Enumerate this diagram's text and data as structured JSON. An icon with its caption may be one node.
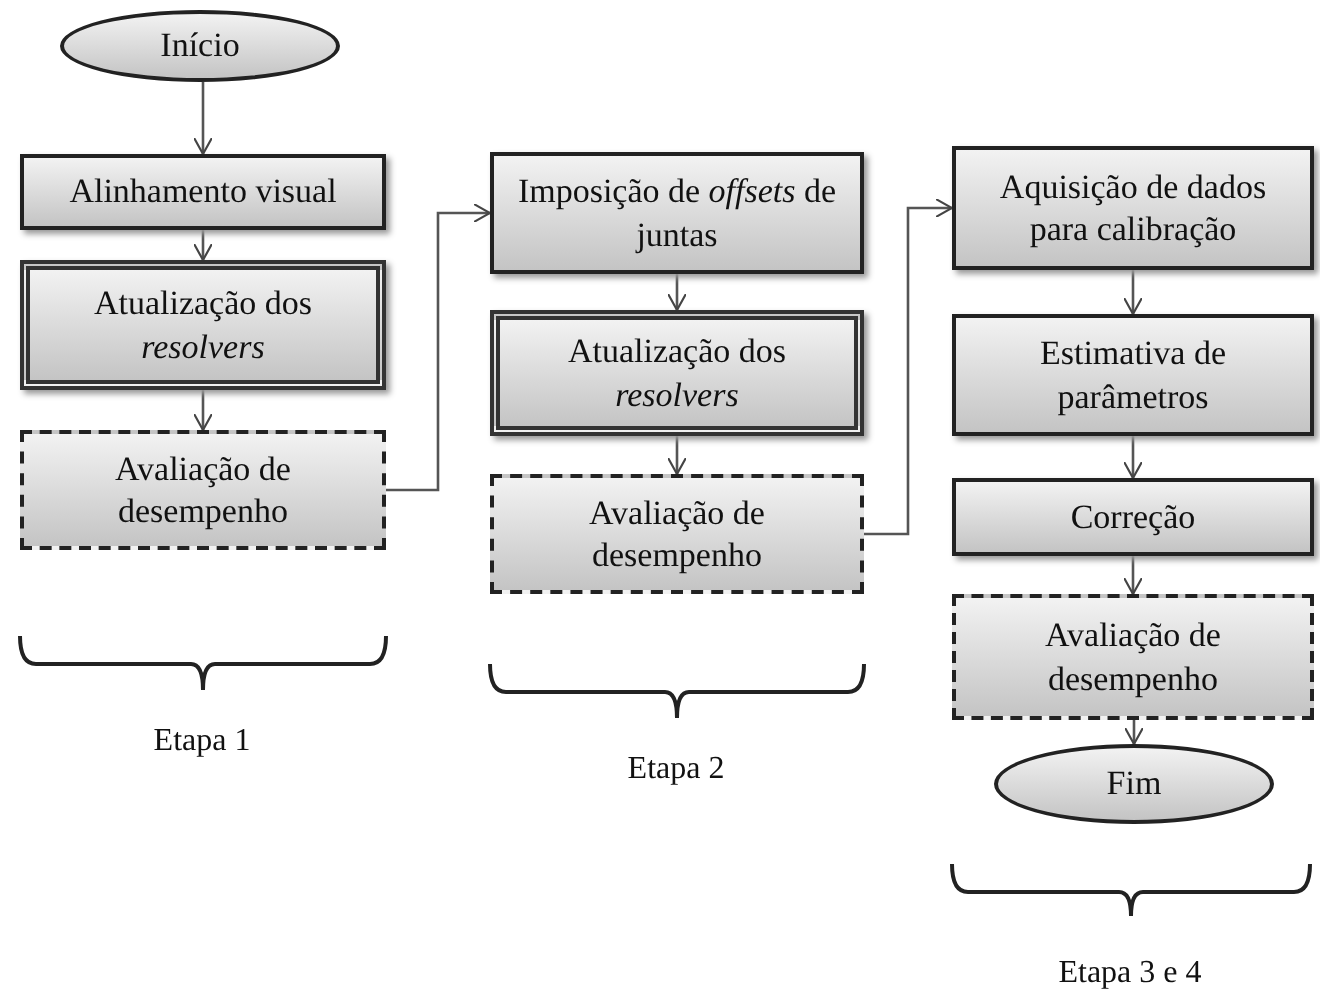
{
  "diagram": {
    "nodes": [
      {
        "text": [
          "Início"
        ]
      },
      {
        "text": [
          "Alinhamento visual"
        ]
      },
      {
        "text": [
          "Atualização dos *resolvers*"
        ]
      },
      {
        "text": [
          "Avaliação de desempenho"
        ]
      },
      {
        "text": [
          "Imposição de *offsets* de juntas"
        ]
      },
      {
        "text": [
          "Atualização dos *resolvers*"
        ]
      },
      {
        "text": [
          "Avaliação de desempenho"
        ]
      },
      {
        "text": [
          "Aquisição de dados para calibração"
        ]
      },
      {
        "text": [
          "Estimativa de parâmetros"
        ]
      },
      {
        "text": [
          "Correção"
        ]
      },
      {
        "text": [
          "Avaliação de desempenho"
        ]
      },
      {
        "text": [
          "Fim"
        ]
      }
    ],
    "edges": [
      {
        "from": 0,
        "to": 1,
        "arrow": "to"
      },
      {
        "from": 1,
        "to": 2,
        "arrow": "to"
      },
      {
        "from": 2,
        "to": 3,
        "arrow": "to"
      },
      {
        "from": 3,
        "to": 4,
        "arrow": "to"
      },
      {
        "from": 4,
        "to": 5,
        "arrow": "to"
      },
      {
        "from": 5,
        "to": 6,
        "arrow": "to"
      },
      {
        "from": 6,
        "to": 7,
        "arrow": "to"
      },
      {
        "from": 7,
        "to": 8,
        "arrow": "to"
      },
      {
        "from": 8,
        "to": 9,
        "arrow": "to"
      },
      {
        "from": 9,
        "to": 10,
        "arrow": "to"
      },
      {
        "from": 10,
        "to": 11,
        "arrow": "to"
      }
    ],
    "labels": [
      "Etapa 1",
      "Etapa 2",
      "Etapa 3 e 4"
    ]
  }
}
